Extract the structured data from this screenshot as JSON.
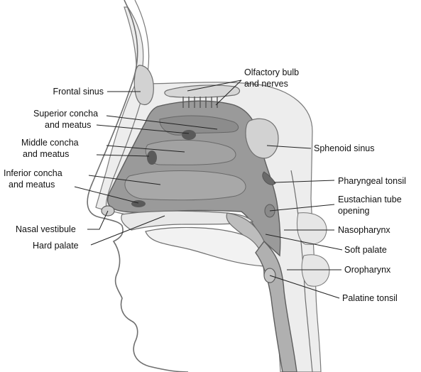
{
  "colors": {
    "outline": "#6f6f6f",
    "bone": "#e6e6e6",
    "cavity": "#9a9a9a",
    "cavity_dark": "#6f6f6f",
    "concha": "#8a8a8a",
    "leader": "#222222"
  },
  "labels": {
    "frontal_sinus": "Frontal sinus",
    "olfactory_1": "Olfactory bulb",
    "olfactory_2": "and nerves",
    "superior_1": "Superior concha",
    "superior_2": "and meatus",
    "middle_1": "Middle concha",
    "middle_2": "and meatus",
    "inferior_1": "Inferior concha",
    "inferior_2": "and meatus",
    "nasal_vestibule": "Nasal vestibule",
    "hard_palate": "Hard palate",
    "sphenoid_sinus": "Sphenoid sinus",
    "pharyngeal_tonsil": "Pharyngeal tonsil",
    "eustachian_1": "Eustachian tube",
    "eustachian_2": "opening",
    "nasopharynx": "Nasopharynx",
    "soft_palate": "Soft palate",
    "oropharynx": "Oropharynx",
    "palatine_tonsil": "Palatine tonsil"
  }
}
